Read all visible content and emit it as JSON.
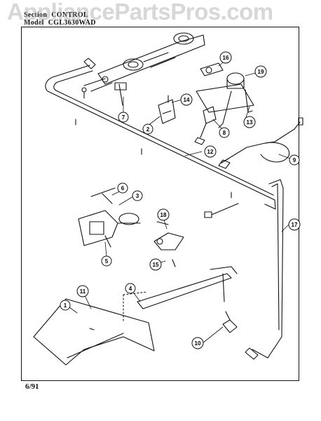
{
  "header": {
    "section_label": "Section",
    "section_value": "CONTROL",
    "model_label": "Model",
    "model_value": "CGL3630WAD"
  },
  "watermark": "AppliancePartsPros.com",
  "footer": {
    "date": "6/91"
  },
  "callouts": {
    "c1": "1",
    "c2": "2",
    "c3": "3",
    "c4": "4",
    "c5": "5",
    "c6": "6",
    "c7": "7",
    "c8": "8",
    "c9": "9",
    "c10": "10",
    "c11": "11",
    "c12": "12",
    "c13": "13",
    "c14": "14",
    "c15": "15",
    "c16": "16",
    "c17": "17",
    "c18": "18",
    "c19": "19"
  }
}
